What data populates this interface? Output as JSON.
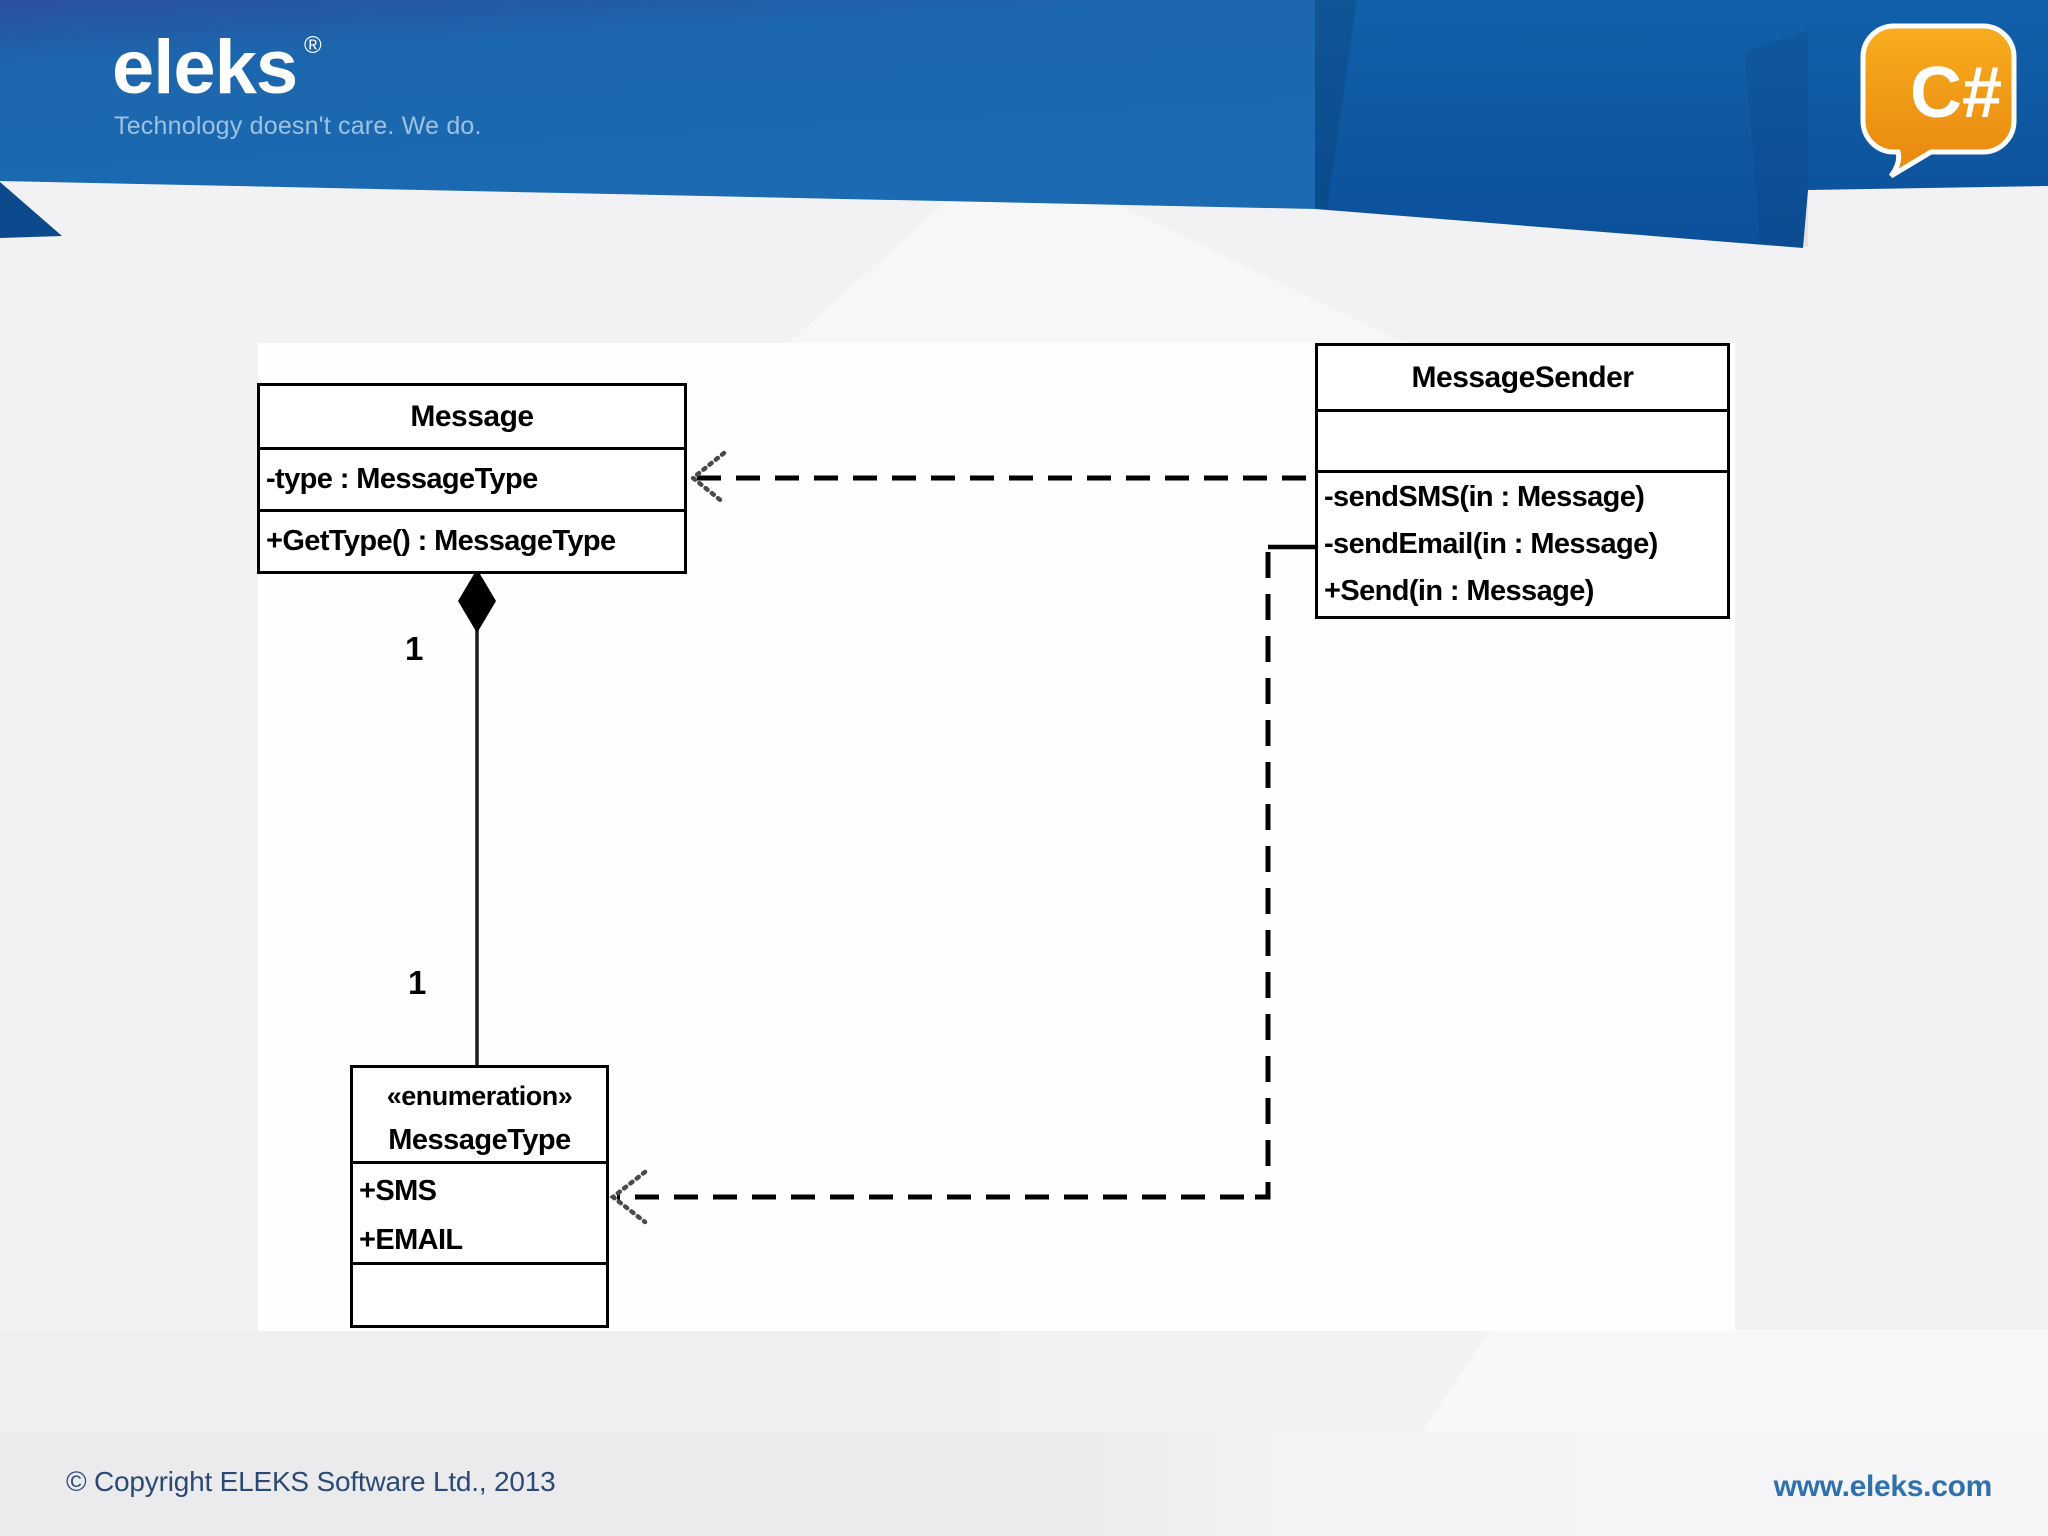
{
  "header": {
    "logo": "eleks",
    "registered": "®",
    "tagline": "Technology doesn't care. We do.",
    "csharp": "C#"
  },
  "diagram": {
    "message": {
      "name": "Message",
      "attributes": [
        "-type : MessageType"
      ],
      "operations": [
        "+GetType() : MessageType"
      ]
    },
    "messageSender": {
      "name": "MessageSender",
      "attributes": [],
      "operations": [
        "-sendSMS(in : Message)",
        "-sendEmail(in : Message)",
        "+Send(in : Message)"
      ]
    },
    "messageType": {
      "stereotype": "«enumeration»",
      "name": "MessageType",
      "literals": [
        "+SMS",
        "+EMAIL"
      ]
    },
    "composition": {
      "sourceMultiplicity": "1",
      "targetMultiplicity": "1"
    }
  },
  "footer": {
    "copyright": "© Copyright ELEKS Software Ltd., 2013",
    "website": "www.eleks.com"
  },
  "colors": {
    "headerBlue": "#1b69b1",
    "headerBlueDark": "#0d539b",
    "headerIndigoCorner": "#2b4fa0",
    "foldNavy": "#0c4a8d",
    "accentOrange": "#f29a16",
    "taglineBlue": "#9cc2e4",
    "copyrightNavy": "#2a4a74",
    "linkBlue": "#2f70ae"
  }
}
